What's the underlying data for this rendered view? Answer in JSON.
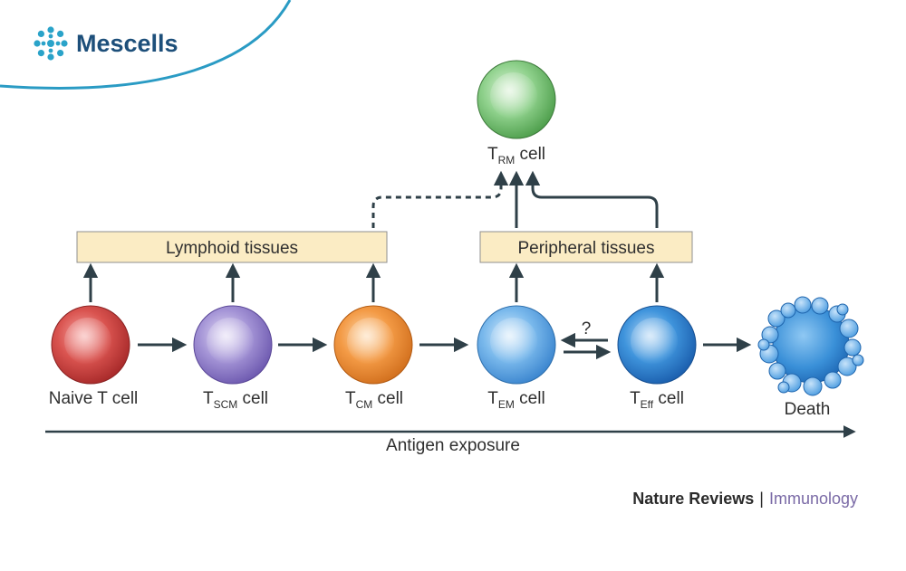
{
  "brand": {
    "name": "Mescells",
    "color": "#1d4f7a",
    "accent": "#2aa3c9"
  },
  "tissues": {
    "lymphoid": "Lymphoid tissues",
    "peripheral": "Peripheral tissues",
    "box_color": "#fbecc4"
  },
  "trm": {
    "main": "T",
    "sub": "RM",
    "suffix": " cell",
    "color": "#7bc67a"
  },
  "cells": [
    {
      "id": "naive",
      "label": "Naive T cell",
      "color": "#d44a4a"
    },
    {
      "id": "tscm",
      "main": "T",
      "sub": "SCM",
      "suffix": " cell",
      "color": "#9a86cf"
    },
    {
      "id": "tcm",
      "main": "T",
      "sub": "CM",
      "suffix": " cell",
      "color": "#f0953f"
    },
    {
      "id": "tem",
      "main": "T",
      "sub": "EM",
      "suffix": " cell",
      "color": "#6aaee6"
    },
    {
      "id": "teff",
      "main": "T",
      "sub": "Eff",
      "suffix": " cell",
      "color": "#3a8fd6"
    }
  ],
  "question": "?",
  "death": "Death",
  "axis_label": "Antigen exposure",
  "credit": {
    "journal": "Nature Reviews",
    "separator": "|",
    "topic": "Immunology"
  }
}
